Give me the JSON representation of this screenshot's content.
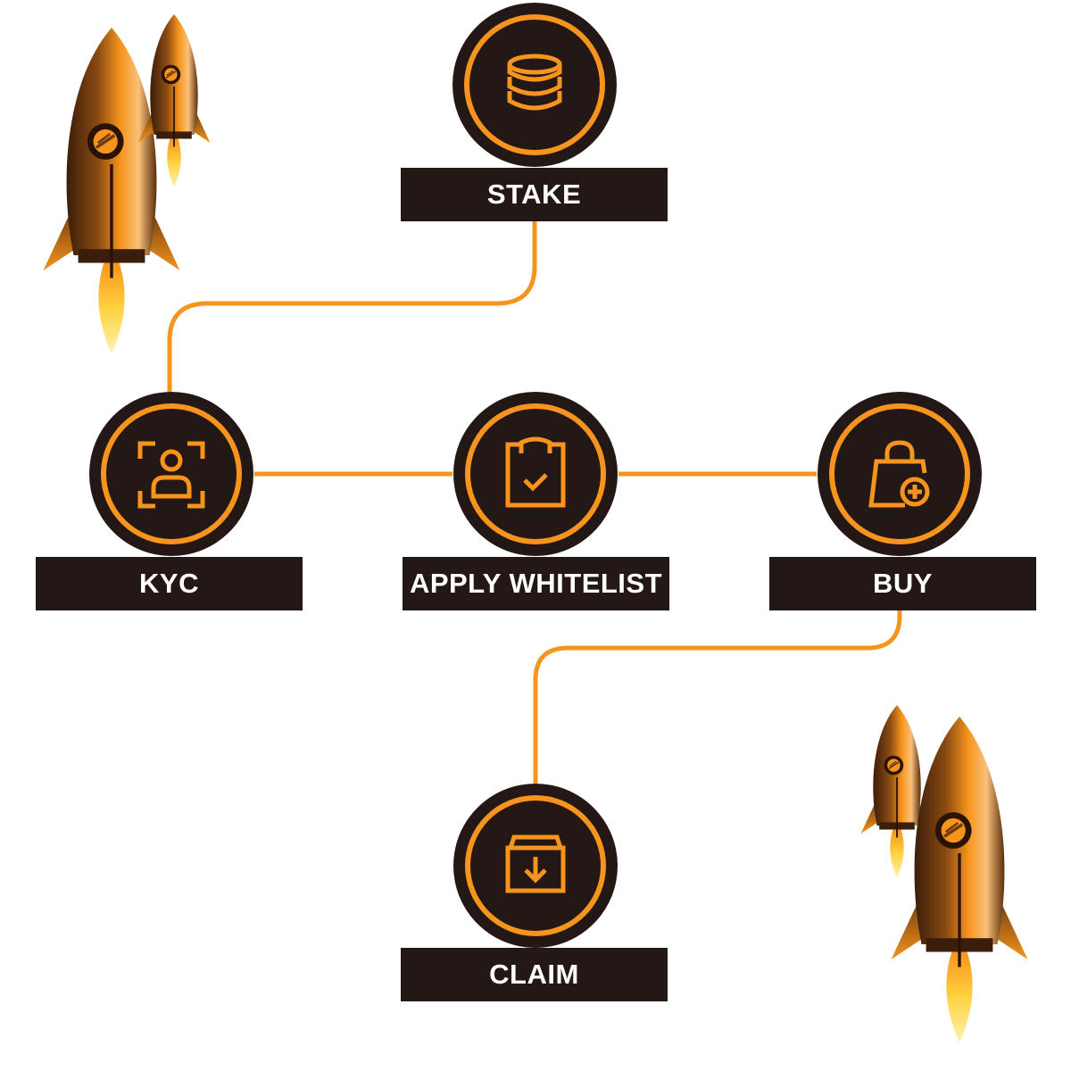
{
  "colors": {
    "accent": "#F7941D",
    "dark": "#231815",
    "background": "#FFFFFF",
    "flame": "#FFD23F"
  },
  "steps": [
    {
      "id": "stake",
      "label": "STAKE",
      "icon": "coin-stack-icon"
    },
    {
      "id": "kyc",
      "label": "KYC",
      "icon": "face-scan-user-icon"
    },
    {
      "id": "apply_whitelist",
      "label": "APPLY WHITELIST",
      "icon": "clipboard-check-icon"
    },
    {
      "id": "buy",
      "label": "BUY",
      "icon": "shopping-bag-add-icon"
    },
    {
      "id": "claim",
      "label": "CLAIM",
      "icon": "box-download-icon"
    }
  ],
  "flow": [
    "stake",
    "kyc",
    "apply_whitelist",
    "buy",
    "claim"
  ],
  "decorations": [
    "rocket-icon",
    "rocket-icon",
    "rocket-icon",
    "rocket-icon"
  ]
}
